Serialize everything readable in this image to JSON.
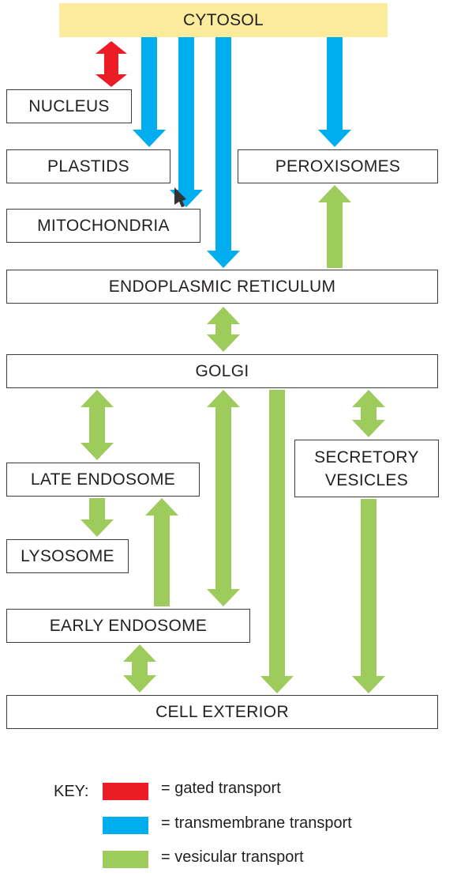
{
  "compartments": {
    "cytosol": "CYTOSOL",
    "nucleus": "NUCLEUS",
    "plastids": "PLASTIDS",
    "peroxisomes": "PEROXISOMES",
    "mitochondria": "MITOCHONDRIA",
    "er": "ENDOPLASMIC RETICULUM",
    "golgi": "GOLGI",
    "late_endosome": "LATE ENDOSOME",
    "secretory_vesicles": "SECRETORY\nVESICLES",
    "lysosome": "LYSOSOME",
    "early_endosome": "EARLY ENDOSOME",
    "cell_exterior": "CELL EXTERIOR"
  },
  "colors": {
    "gated": "#ec1c24",
    "transmembrane": "#00aeef",
    "vesicular": "#9dcb5c",
    "cytosol_fill": "#fbeb9a",
    "cursor": "#333333"
  },
  "key": {
    "label": "KEY:",
    "items": [
      {
        "type": "gated",
        "text": "= gated transport"
      },
      {
        "type": "transmembrane",
        "text": "= transmembrane transport"
      },
      {
        "type": "vesicular",
        "text": "= vesicular transport"
      }
    ]
  },
  "connections": [
    {
      "from": "cytosol",
      "to": "nucleus",
      "type": "gated",
      "direction": "both"
    },
    {
      "from": "cytosol",
      "to": "plastids",
      "type": "transmembrane",
      "direction": "one-way"
    },
    {
      "from": "cytosol",
      "to": "mitochondria",
      "type": "transmembrane",
      "direction": "one-way"
    },
    {
      "from": "cytosol",
      "to": "er",
      "type": "transmembrane",
      "direction": "one-way"
    },
    {
      "from": "cytosol",
      "to": "peroxisomes",
      "type": "transmembrane",
      "direction": "one-way"
    },
    {
      "from": "er",
      "to": "peroxisomes",
      "type": "vesicular",
      "direction": "one-way"
    },
    {
      "from": "er",
      "to": "golgi",
      "type": "vesicular",
      "direction": "both"
    },
    {
      "from": "golgi",
      "to": "late_endosome",
      "type": "vesicular",
      "direction": "both"
    },
    {
      "from": "golgi",
      "to": "early_endosome",
      "type": "vesicular",
      "direction": "both"
    },
    {
      "from": "golgi",
      "to": "cell_exterior",
      "type": "vesicular",
      "direction": "one-way"
    },
    {
      "from": "golgi",
      "to": "secretory_vesicles",
      "type": "vesicular",
      "direction": "both"
    },
    {
      "from": "late_endosome",
      "to": "lysosome",
      "type": "vesicular",
      "direction": "one-way"
    },
    {
      "from": "early_endosome",
      "to": "late_endosome",
      "type": "vesicular",
      "direction": "one-way"
    },
    {
      "from": "early_endosome",
      "to": "cell_exterior",
      "type": "vesicular",
      "direction": "both"
    },
    {
      "from": "secretory_vesicles",
      "to": "cell_exterior",
      "type": "vesicular",
      "direction": "one-way"
    }
  ]
}
